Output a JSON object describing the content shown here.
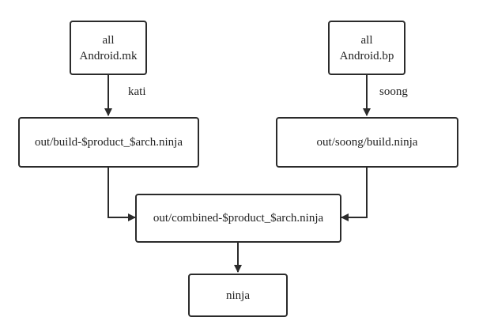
{
  "nodes": {
    "all_mk": {
      "line1": "all",
      "line2": "Android.mk"
    },
    "all_bp": {
      "line1": "all",
      "line2": "Android.bp"
    },
    "build_ninja": {
      "label": "out/build-$product_$arch.ninja"
    },
    "soong_ninja": {
      "label": "out/soong/build.ninja"
    },
    "combined_ninja": {
      "label": "out/combined-$product_$arch.ninja"
    },
    "ninja": {
      "label": "ninja"
    }
  },
  "edges": {
    "kati": "kati",
    "soong": "soong"
  },
  "colors": {
    "stroke": "#2b2b2b",
    "text": "#222222",
    "background": "#ffffff"
  }
}
